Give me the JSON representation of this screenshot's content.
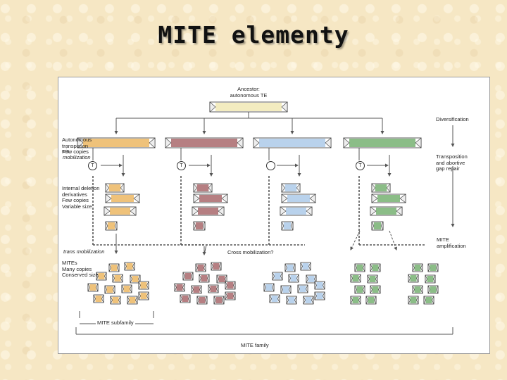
{
  "slide": {
    "title": "MITE elementy"
  },
  "figure": {
    "ancestor": "Ancestor:\nautonomous TE",
    "diversification": "Diversification",
    "autonomous": "Autonomous\ntransposon\nFew copies",
    "cis_mobilization": "cis-\nmobilization",
    "transposition": "Transposition\nand abortive\ngap repair",
    "deletion": "Internal deletion\nderivatives\nFew copies\nVariable size",
    "trans_mobilization": "trans mobilization",
    "cross_mobilization": "Cross mobilization?",
    "mite_amplification": "MITE\namplification",
    "mites": "MITEs\nMany copies\nConserved size",
    "subfamily": "MITE subfamily",
    "family": "MITE family",
    "transposase_label": "T",
    "colors": {
      "orange": "#efc27a",
      "maroon": "#b67f82",
      "blue": "#b9d2ec",
      "green": "#8bbd87",
      "ancestor": "#f3ecc0",
      "line": "#555555"
    }
  }
}
